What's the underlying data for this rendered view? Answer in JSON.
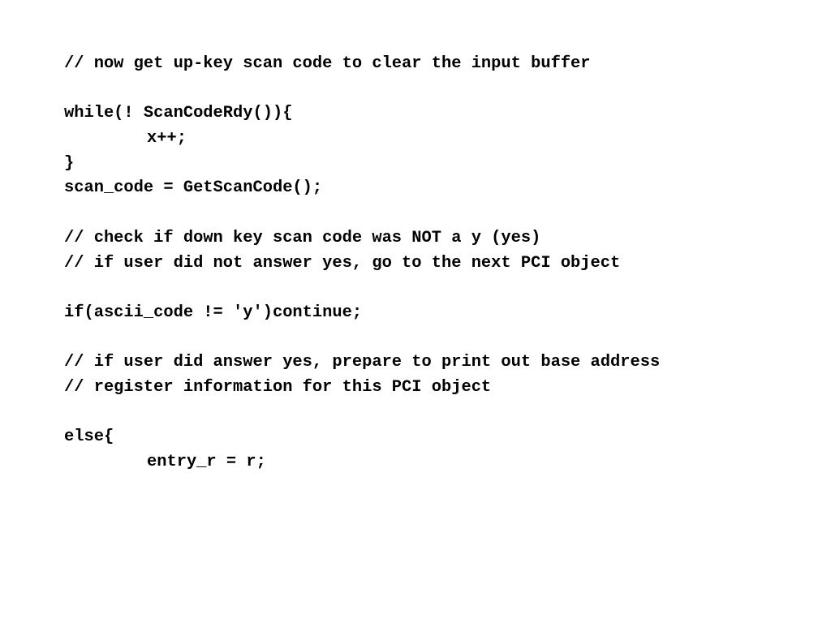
{
  "code": {
    "lines": [
      "// now get up-key scan code to clear the input buffer",
      "",
      "while(! ScanCodeRdy()){",
      "x++;",
      "}",
      "scan_code = GetScanCode();",
      "",
      "// check if down key scan code was NOT a y (yes)",
      "// if user did not answer yes, go to the next PCI object",
      "",
      "if(ascii_code != 'y')continue;",
      "",
      "// if user did answer yes, prepare to print out base address",
      "// register information for this PCI object",
      "",
      "else{",
      "entry_r = r;"
    ]
  }
}
